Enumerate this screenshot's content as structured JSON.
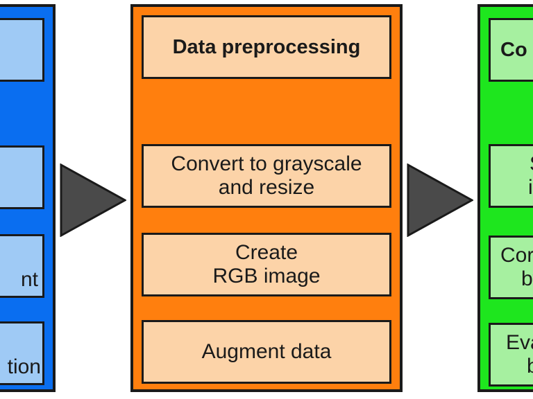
{
  "colors": {
    "left_panel_bg": "#0a6ef0",
    "left_box_bg": "#9fcaf5",
    "mid_panel_bg": "#ff7f0e",
    "mid_box_bg": "#fcd3a8",
    "right_panel_bg": "#1ee61e",
    "right_box_bg": "#a6f0a0",
    "arrow_fill": "#4a4a4a",
    "border": "#1a1a1a"
  },
  "left_panel": {
    "boxes": [
      "",
      "",
      "nt",
      "tion"
    ]
  },
  "middle_panel": {
    "title": "Data preprocessing",
    "step1_line1": "Convert to grayscale",
    "step1_line2": "and resize",
    "step2_line1": "Create",
    "step2_line2": "RGB image",
    "step3": "Augment data"
  },
  "right_panel": {
    "title": "Co",
    "box2_line1": "S",
    "box2_line2": "i",
    "box3_line1": "Cor",
    "box3_line2": "by",
    "box4_line1": "Eva",
    "box4_line2": "b"
  }
}
